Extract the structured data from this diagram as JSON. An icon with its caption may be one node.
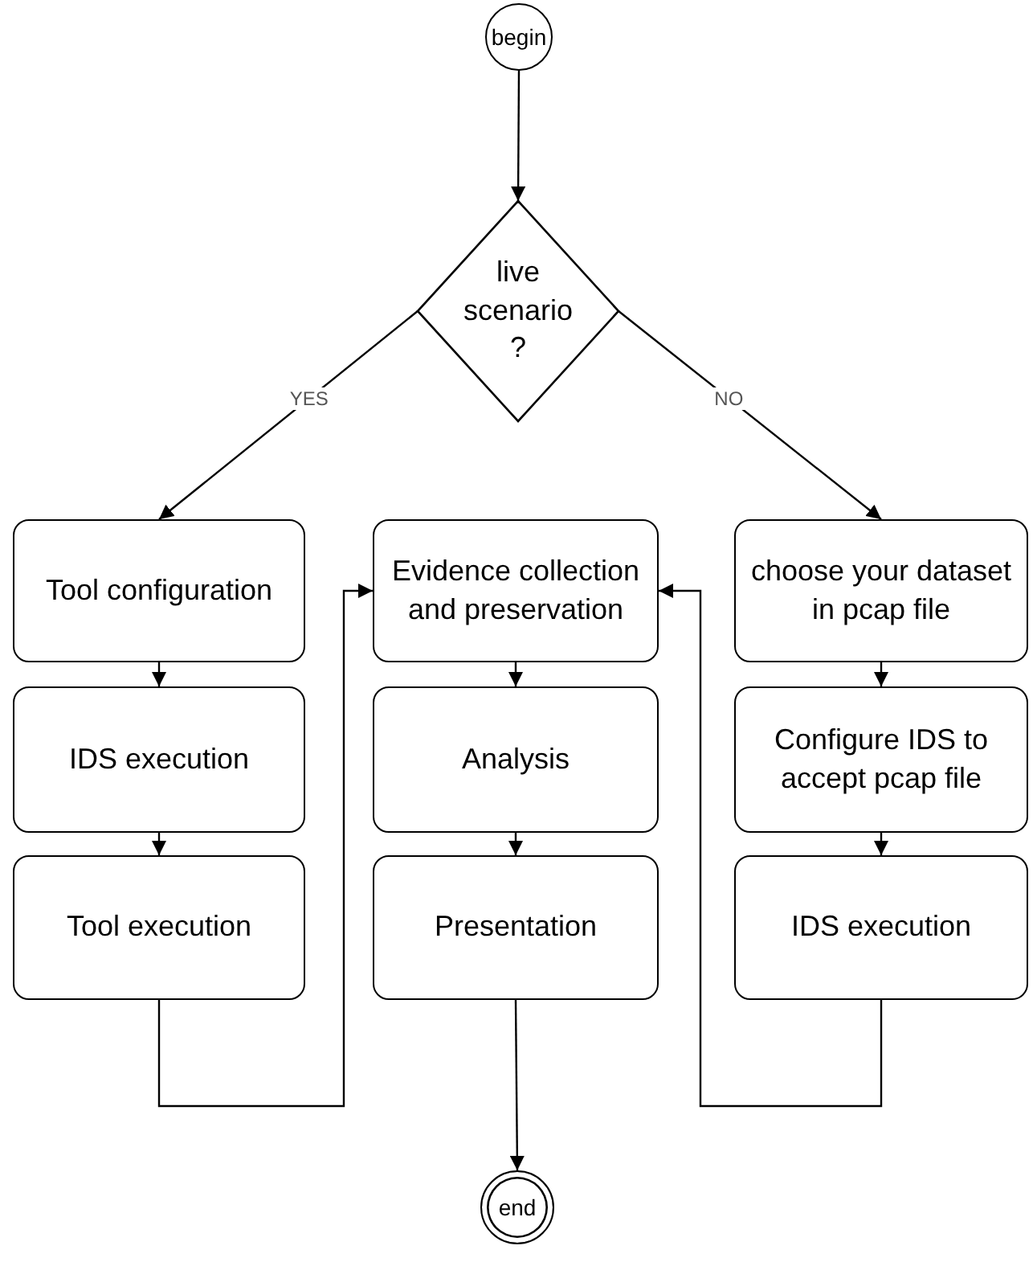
{
  "diagram": {
    "nodes": [
      {
        "text": [
          "begin"
        ]
      },
      {
        "text": [
          "live scenario ?"
        ]
      },
      {
        "text": [
          "Tool configuration"
        ]
      },
      {
        "text": [
          "IDS execution"
        ]
      },
      {
        "text": [
          "Tool execution"
        ]
      },
      {
        "text": [
          "Evidence collection and preservation"
        ]
      },
      {
        "text": [
          "Analysis"
        ]
      },
      {
        "text": [
          "Presentation"
        ]
      },
      {
        "text": [
          "choose your dataset in pcap file"
        ]
      },
      {
        "text": [
          "Configure IDS to accept pcap file"
        ]
      },
      {
        "text": [
          "IDS execution"
        ]
      },
      {
        "text": [
          "end"
        ]
      }
    ],
    "edges": [
      {
        "from": 0,
        "to": 1,
        "arrow": "to"
      },
      {
        "from": 1,
        "to": 2,
        "arrow": "to",
        "label": "YES"
      },
      {
        "from": 1,
        "to": 8,
        "arrow": "to",
        "label": "NO"
      },
      {
        "from": 2,
        "to": 3,
        "arrow": "to"
      },
      {
        "from": 3,
        "to": 4,
        "arrow": "to"
      },
      {
        "from": 4,
        "to": 5,
        "arrow": "to"
      },
      {
        "from": 5,
        "to": 6,
        "arrow": "to"
      },
      {
        "from": 6,
        "to": 7,
        "arrow": "to"
      },
      {
        "from": 7,
        "to": 11,
        "arrow": "to"
      },
      {
        "from": 8,
        "to": 9,
        "arrow": "to"
      },
      {
        "from": 9,
        "to": 10,
        "arrow": "to"
      },
      {
        "from": 10,
        "to": 5,
        "arrow": "to"
      }
    ]
  }
}
